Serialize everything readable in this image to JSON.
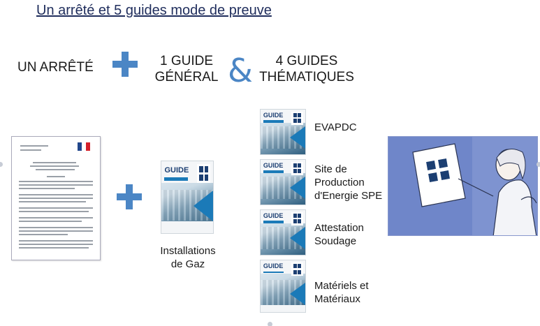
{
  "title": "Un arrêté et 5 guides mode de preuve",
  "header_row": {
    "arrete": "UN ARRÊTÉ",
    "guide_general_line1": "1 GUIDE",
    "guide_general_line2": "GÉNÉRAL",
    "ampersand": "&",
    "guides_thematiques_line1": "4 GUIDES",
    "guides_thematiques_line2": "THÉMATIQUES"
  },
  "icons": {
    "plus": "plus-icon",
    "flag": "french-flag-icon"
  },
  "cover_text": {
    "guide_word": "GUIDE"
  },
  "general_guide": {
    "label_line1": "Installations",
    "label_line2": "de Gaz"
  },
  "thematic_guides": [
    {
      "label_line1": "EVAPDC",
      "label_line2": "",
      "label_line3": ""
    },
    {
      "label_line1": "Site de",
      "label_line2": "Production",
      "label_line3": "d'Energie SPE"
    },
    {
      "label_line1": "Attestation",
      "label_line2": "Soudage",
      "label_line3": ""
    },
    {
      "label_line1": "Matériels et",
      "label_line2": "Matériaux",
      "label_line3": ""
    }
  ],
  "colors": {
    "accent": "#4b86c5",
    "title": "#1f2d5c",
    "illustration_bg": "#6f86c9",
    "guide_blue": "#1b7ab8"
  }
}
